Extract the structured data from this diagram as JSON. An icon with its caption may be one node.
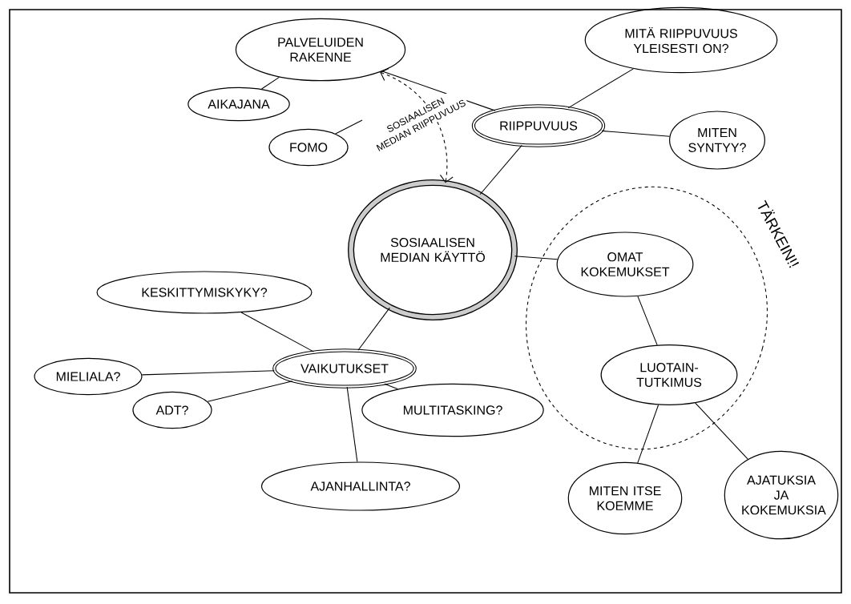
{
  "diagram": {
    "nodes": [
      {
        "text": [
          "PALVELUIDEN RAKENNE"
        ]
      },
      {
        "text": [
          "AIKAJANA"
        ]
      },
      {
        "text": [
          "FOMO"
        ]
      },
      {
        "text": [
          "MITÄ RIIPPUVUUS YLEISESTI ON?"
        ]
      },
      {
        "text": [
          "RIIPPUVUUS"
        ]
      },
      {
        "text": [
          "MITEN SYNTYY?"
        ]
      },
      {
        "text": [
          "SOSIAALISEN MEDIAN KÄYTTÖ"
        ]
      },
      {
        "text": [
          "TÄRKEIN!!"
        ]
      },
      {
        "text": [
          "OMAT KOKEMUKSET"
        ],
        "in": 7
      },
      {
        "text": [
          "LUOTAIN-TUTKIMUS"
        ],
        "in": 7
      },
      {
        "text": [
          "MITEN ITSE KOEMME"
        ]
      },
      {
        "text": [
          "AJATUKSIA JA KOKEMUKSIA"
        ]
      },
      {
        "text": [
          "KESKITTYMISKYKY?"
        ]
      },
      {
        "text": [
          "VAIKUTUKSET"
        ]
      },
      {
        "text": [
          "MIELIALA?"
        ]
      },
      {
        "text": [
          "ADT?"
        ]
      },
      {
        "text": [
          "MULTITASKING?"
        ]
      },
      {
        "text": [
          "AJANHALLINTA?"
        ]
      }
    ],
    "edges": [
      {
        "from": 1,
        "to": 0,
        "arrow": "none"
      },
      {
        "from": 0,
        "to": 4,
        "arrow": "none"
      },
      {
        "from": 3,
        "to": 4,
        "arrow": "none"
      },
      {
        "from": 4,
        "to": 5,
        "arrow": "none"
      },
      {
        "from": 4,
        "to": 6,
        "arrow": "none"
      },
      {
        "from": 2,
        "to": null,
        "arrow": "none"
      },
      {
        "from": 0,
        "to": 6,
        "arrow": "both",
        "style": "dashed",
        "label": "SOSIAALISEN MEDIAN RIIPPUVUUS"
      },
      {
        "from": 6,
        "to": 8,
        "arrow": "none"
      },
      {
        "from": 8,
        "to": 9,
        "arrow": "none"
      },
      {
        "from": 9,
        "to": 10,
        "arrow": "none"
      },
      {
        "from": 9,
        "to": 11,
        "arrow": "none"
      },
      {
        "from": 6,
        "to": 13,
        "arrow": "none"
      },
      {
        "from": 12,
        "to": 13,
        "arrow": "none"
      },
      {
        "from": 14,
        "to": 13,
        "arrow": "none"
      },
      {
        "from": 15,
        "to": 13,
        "arrow": "none"
      },
      {
        "from": 16,
        "to": 13,
        "arrow": "none"
      },
      {
        "from": 17,
        "to": 13,
        "arrow": "none"
      }
    ]
  }
}
